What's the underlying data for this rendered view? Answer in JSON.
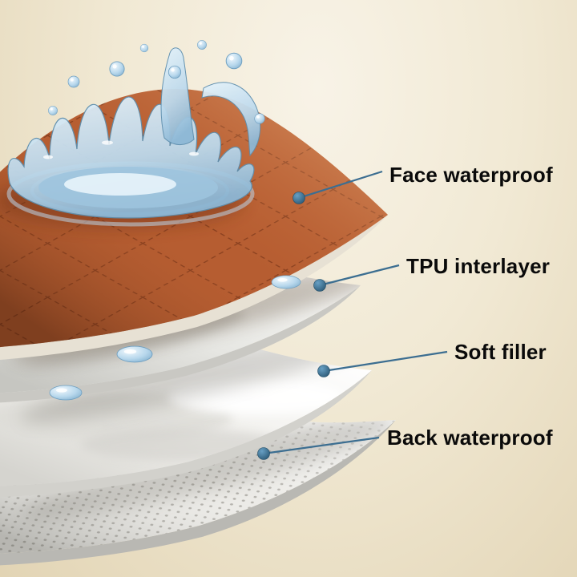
{
  "diagram": {
    "name": "waterproof-pad-layer-diagram",
    "labels": [
      {
        "id": "face",
        "text": "Face waterproof"
      },
      {
        "id": "tpu",
        "text": "TPU interlayer"
      },
      {
        "id": "soft",
        "text": "Soft filler"
      },
      {
        "id": "back",
        "text": "Back waterproof"
      }
    ]
  },
  "colors": {
    "background_light": "#f8f3e7",
    "background_dark": "#e2d4b4",
    "face_layer": "#b65d31",
    "face_layer_stitch": "#8a4120",
    "tpu_layer": "#e9e9e5",
    "soft_filler": "#f6f5f1",
    "back_layer": "#ecebe7",
    "water_blue": "#9dc4de",
    "leader_line": "#3c6e91",
    "pointer_dot": "#2f6286",
    "label_text": "#0a0a0a"
  }
}
